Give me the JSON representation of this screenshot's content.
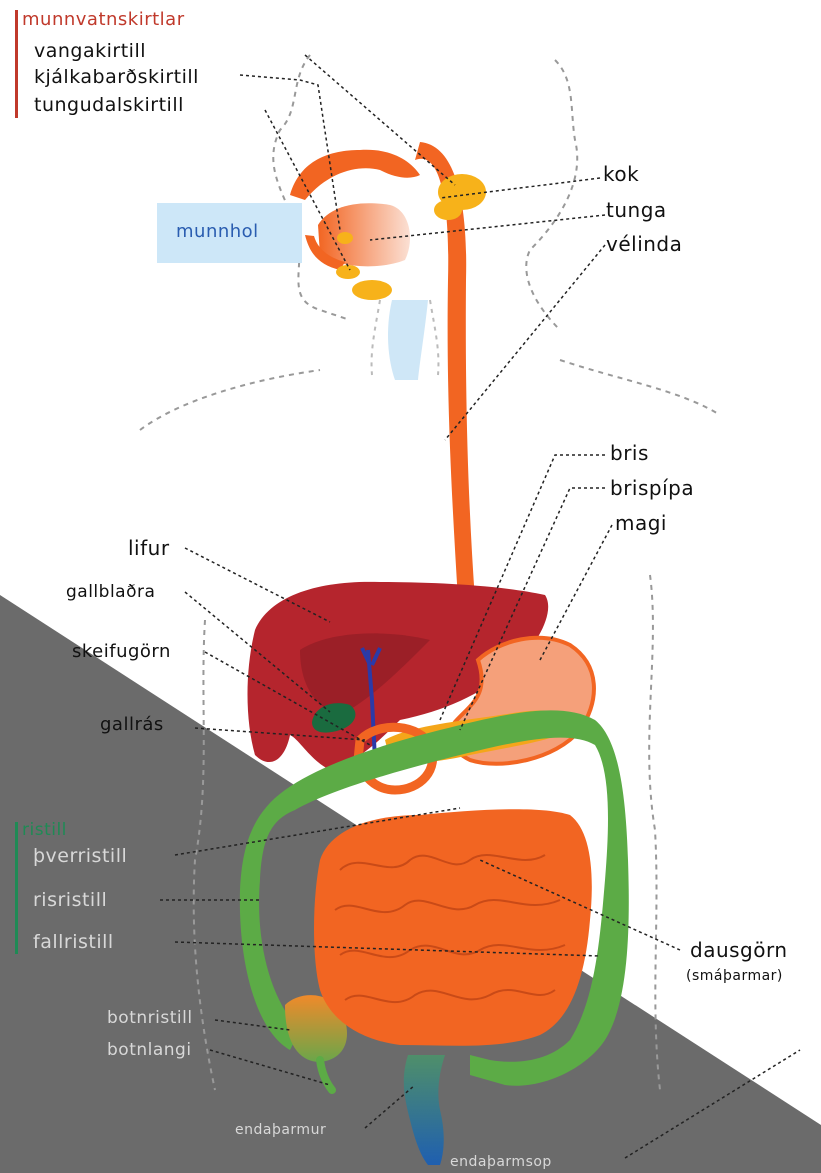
{
  "salivary_glands": {
    "heading": "munnvatnskirtlar",
    "items": [
      "vangakirtill",
      "kjálkabarðskirtill",
      "tungudalskirtill"
    ]
  },
  "head_labels": {
    "mouth": "munnhol",
    "pharynx": "kok",
    "tongue": "tunga",
    "esophagus": "vélinda"
  },
  "abdomen_labels": {
    "pancreas": "bris",
    "pancreatic_duct": "brispípa",
    "stomach": "magi",
    "liver": "lifur",
    "gallbladder": "gallblaðra",
    "duodenum": "skeifugörn",
    "bile_duct": "gallrás"
  },
  "colon": {
    "heading": "ristill",
    "items": [
      "þverristill",
      "risristill",
      "fallristill"
    ]
  },
  "intestine": {
    "label": "dausgörn",
    "sublabel": "(smáþarmar)"
  },
  "lower_labels": {
    "cecum": "botnristill",
    "appendix": "botnlangi",
    "rectum": "endaþarmur",
    "anus": "endaþarmsop"
  },
  "colors": {
    "esophagus": "#f26522",
    "liver": "#b5252d",
    "colon": "#5cab46",
    "mouth_box": "#cde7f8",
    "gland": "#f7b21a",
    "gallbladder": "#1a6b3f",
    "bile_duct": "#2b3aa8",
    "shadow": "#6b6b6b"
  }
}
